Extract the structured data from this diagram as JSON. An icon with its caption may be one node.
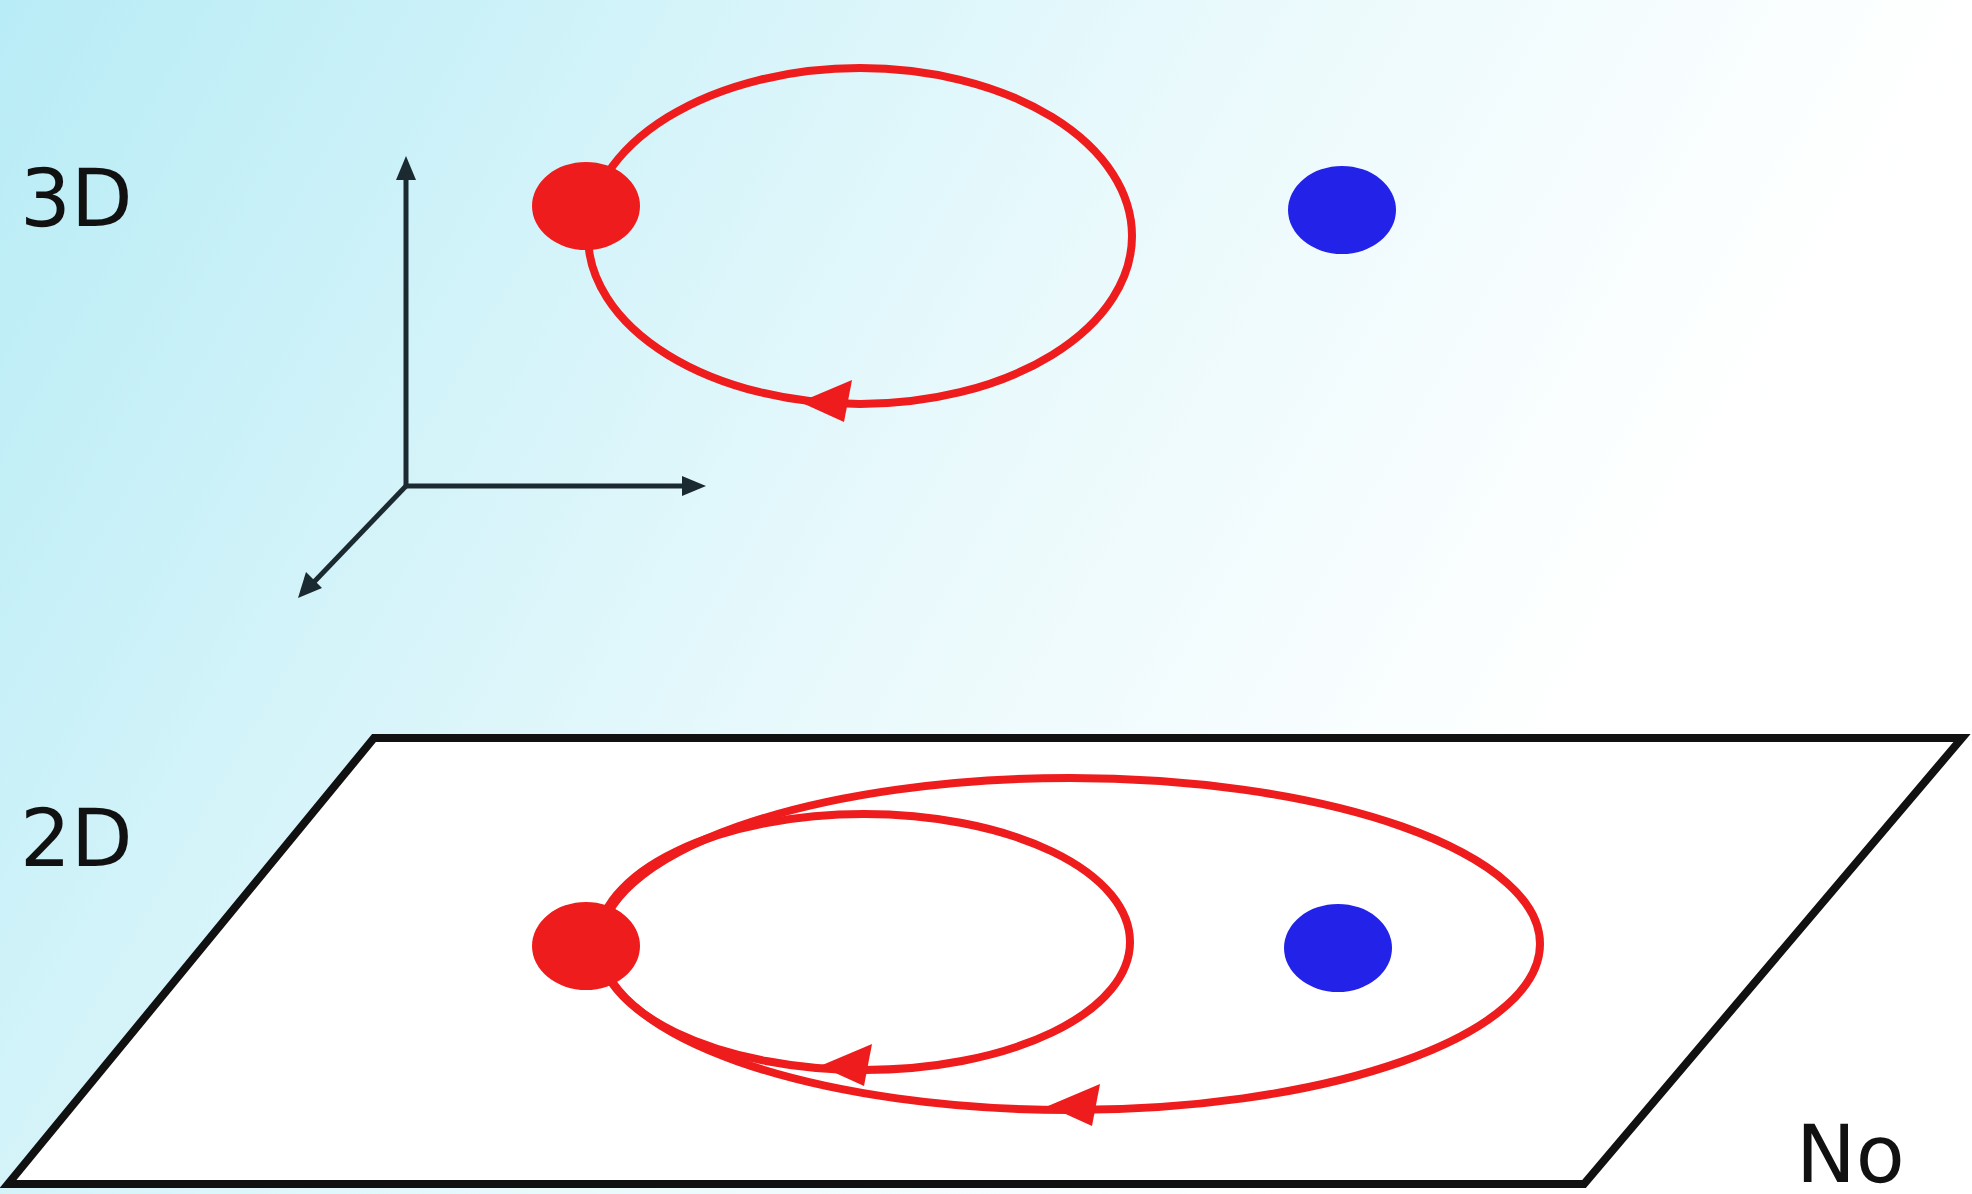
{
  "diagram": {
    "labels": [
      "3D",
      "2D",
      "No"
    ]
  }
}
